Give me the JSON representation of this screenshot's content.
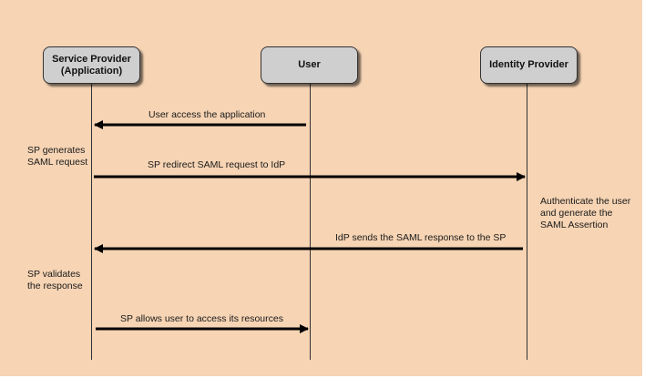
{
  "actors": {
    "sp": {
      "line1": "Service Provider",
      "line2": "(Application)"
    },
    "user": {
      "label": "User"
    },
    "idp": {
      "label": "Identity Provider"
    }
  },
  "messages": [
    {
      "label": "User access the application"
    },
    {
      "label": "SP redirect SAML request to IdP"
    },
    {
      "label": "IdP sends the SAML response to the SP"
    },
    {
      "label": "SP allows user to access its resources"
    }
  ],
  "notes": {
    "sp_generates": [
      "SP generates",
      "SAML request"
    ],
    "idp_authenticate": [
      "Authenticate the user",
      "and generate the",
      "SAML Assertion"
    ],
    "sp_validates": [
      "SP validates",
      "the response"
    ]
  },
  "colors": {
    "background": "#f6d4b4",
    "actor_fill": "#cfcfcf",
    "line": "#333333",
    "arrow": "#000000"
  }
}
